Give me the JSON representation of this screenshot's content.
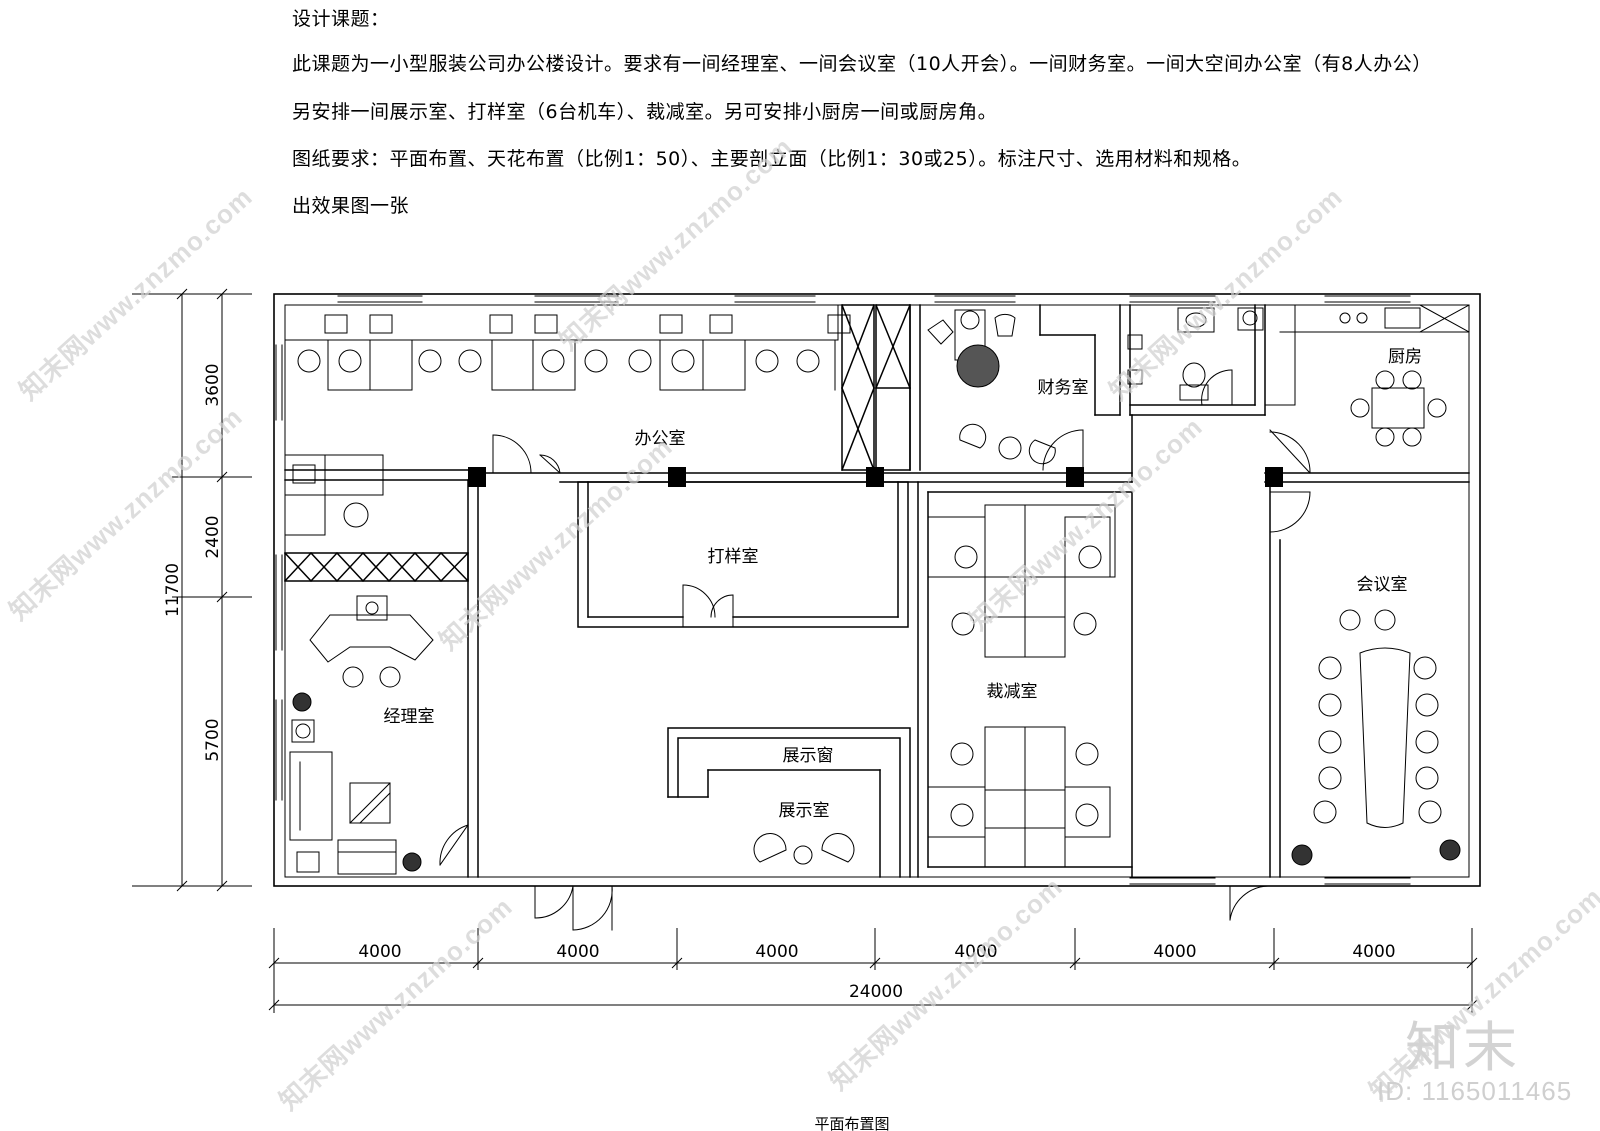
{
  "brief": {
    "heading": "设计课题：",
    "line1": "此课题为一小型服装公司办公楼设计。要求有一间经理室、一间会议室（10人开会）。一间财务室。一间大空间办公室（有8人办公）",
    "line2": "另安排一间展示室、打样室（6台机车）、裁减室。另可安排小厨房一间或厨房角。",
    "line3": "图纸要求：平面布置、天花布置（比例1：50）、主要剖立面（比例1：30或25）。标注尺寸、选用材料和规格。",
    "line4": "出效果图一张"
  },
  "rooms": {
    "office": "办公室",
    "pattern_room": "打样室",
    "finance": "财务室",
    "kitchen": "厨房",
    "meeting": "会议室",
    "cutting": "裁减室",
    "manager": "经理室",
    "display_window": "展示窗",
    "showroom": "展示室"
  },
  "dimensions": {
    "left": [
      "3600",
      "2400",
      "5700"
    ],
    "left_total": "11700",
    "bottom": [
      "4000",
      "4000",
      "4000",
      "4000",
      "4000",
      "4000"
    ],
    "bottom_total": "24000"
  },
  "caption": "平面布置图",
  "watermark": {
    "text": "知末网www.znzmo.com",
    "logo": "知末",
    "id": "ID: 1165011465"
  }
}
